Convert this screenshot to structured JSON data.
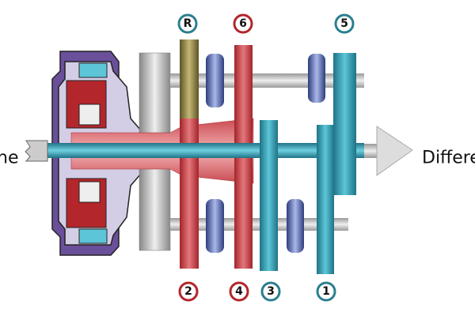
{
  "diagram": {
    "left_label": "ne",
    "right_label": "Differe",
    "gears_top": [
      {
        "id": "R",
        "label": "R",
        "ring_color": "#2a7f8f"
      },
      {
        "id": "6",
        "label": "6",
        "ring_color": "#b3262b"
      },
      {
        "id": "5",
        "label": "5",
        "ring_color": "#2a7f8f"
      }
    ],
    "gears_bottom": [
      {
        "id": "2",
        "label": "2",
        "ring_color": "#b3262b"
      },
      {
        "id": "4",
        "label": "4",
        "ring_color": "#b3262b"
      },
      {
        "id": "3",
        "label": "3",
        "ring_color": "#2a7f8f"
      },
      {
        "id": "1",
        "label": "1",
        "ring_color": "#2a7f8f"
      }
    ],
    "colors": {
      "odd_shaft": "#3aa7bd",
      "even_shaft": "#d9464c",
      "housing": "#6a4f9a",
      "synchro": "#4a5fa8",
      "reverse": "#8a7d3c"
    }
  }
}
